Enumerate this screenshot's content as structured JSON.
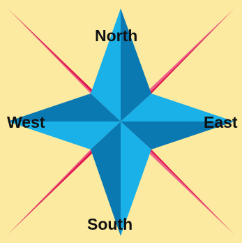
{
  "labels": {
    "north": "North",
    "west": "West",
    "east": "East",
    "south": "South"
  },
  "colors": {
    "background": "#fbeaa0",
    "diagonal_dark": "#e0184f",
    "diagonal_light": "#ee6189",
    "cardinal_light": "#1ab0e8",
    "cardinal_dark": "#0a79b2",
    "label_text": "#111111"
  }
}
